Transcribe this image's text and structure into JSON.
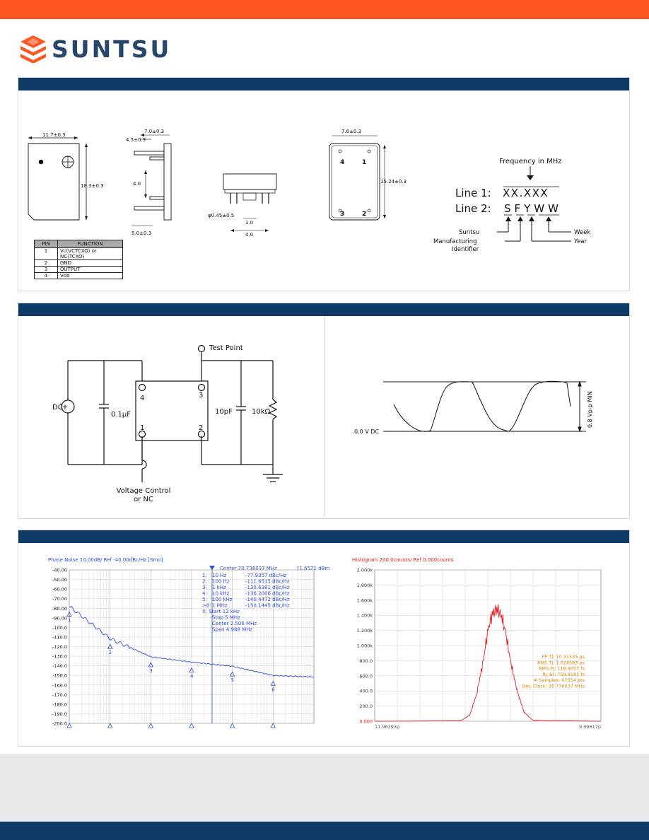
{
  "brand": {
    "name": "SUNTSU"
  },
  "colors": {
    "accent_orange": "#ff5722",
    "navy": "#0d3a66",
    "phase_trace": "#3b5bdb",
    "histogram_trace": "#e02020"
  },
  "dimensions": {
    "top_width": "11.7±0.3",
    "top_height": "18.3±0.3",
    "side_width": "7.0±0.3",
    "side_lead": "4.5±0.3",
    "side_pitch": "4.0",
    "side_bottom": "5.0±0.3",
    "front_lead_dia": "φ0.45±0.5",
    "front_gap": "1.0",
    "front_span": "4.0",
    "bottom_width": "7.6±0.3",
    "bottom_height": "15.24±0.3",
    "bottom_pins": [
      "4",
      "1",
      "3",
      "2"
    ]
  },
  "pin_table": {
    "headers": [
      "PIN",
      "FUNCTION"
    ],
    "rows": [
      {
        "pin": "1",
        "function": "Vc(VCTCXO) or",
        "function2": "NC(TCXO)"
      },
      {
        "pin": "2",
        "function": "GND",
        "function2": ""
      },
      {
        "pin": "3",
        "function": "OUTPUT",
        "function2": ""
      },
      {
        "pin": "4",
        "function": "Vdd",
        "function2": ""
      }
    ]
  },
  "marking": {
    "freq_label": "Frequency in MHz",
    "line1_label": "Line 1:",
    "line1_value": "XX.XXX",
    "line2_label": "Line 2:",
    "line2_value": "SFYWW",
    "suntsu": "Suntsu",
    "mfg1": "Manufacturing",
    "mfg2": "Identifier",
    "year": "Year",
    "week": "Week"
  },
  "circuit": {
    "test_point": "Test Point",
    "dc": "DC",
    "cap1": "0.1µF",
    "cap2": "10pF",
    "res": "10kΩ",
    "vc1": "Voltage Control",
    "vc2": "or NC",
    "pins": [
      "4",
      "3",
      "1",
      "2"
    ]
  },
  "waveform": {
    "zero": "0.0 V DC",
    "amplitude": "0.8 Vp-p MIN"
  },
  "phase_noise": {
    "header": "Phase Noise 10.00dB/ Ref -40.00dBc/Hz [Smo]",
    "center_label": "Center 20.736037 MHz",
    "ref_right": "11.6521 dBm",
    "y_ticks": [
      "-40.00",
      "-50.00",
      "-60.00",
      "-70.00",
      "-80.00",
      "-90.00",
      "-100.0",
      "-110.0",
      "-120.0",
      "-130.0",
      "-140.0",
      "-150.0",
      "-160.0",
      "-170.0",
      "-180.0",
      "-190.0",
      "-200.0"
    ],
    "markers": [
      {
        "id": "1:",
        "offset": "10 Hz",
        "value": "-77.9357 dBc/Hz"
      },
      {
        "id": "2:",
        "offset": "100 Hz",
        "value": "-111.6515 dBc/Hz"
      },
      {
        "id": "3:",
        "offset": "1 kHz",
        "value": "-130.6381 dBc/Hz"
      },
      {
        "id": "4:",
        "offset": "10 kHz",
        "value": "-136.2006 dBc/Hz"
      },
      {
        "id": "5:",
        "offset": "100 kHz",
        "value": "-140.4472 dBc/Hz"
      },
      {
        "id": ">6:",
        "offset": "1 MHz",
        "value": "-150.1445 dBc/Hz"
      }
    ],
    "x_block": [
      "X:  Start 12 kHz",
      "Stop 5 MHz",
      "Center 2.506 MHz",
      "Span 4.988 MHz"
    ]
  },
  "histogram": {
    "header": "Histogram 200.0counts/ Ref 0.000counts",
    "y_ticks": [
      "2.000k",
      "1.800k",
      "1.600k",
      "1.400k",
      "1.200k",
      "1.000k",
      "800.0",
      "600.0",
      "400.0",
      "200.0",
      "0.000"
    ],
    "x_left": "11.96393p",
    "x_right": "9.99617p",
    "stats": [
      "PP TJ:  10.31535 ps",
      "RMS TJ:  1.028583 ps",
      "RMS PJ:  118.6057 fs",
      "RJ dd:  759.8181 fs",
      "# Samples:  67554 pts",
      "Det. Clock:  20.736037 MHz"
    ]
  },
  "chart_data": [
    {
      "type": "line",
      "title": "Phase Noise 10.00dB/ Ref -40.00dBc/Hz [Smo]",
      "xlabel": "",
      "ylabel": "",
      "x_scale": "log",
      "ylim": [
        -200,
        -40
      ],
      "series": [
        {
          "x": [
            10,
            100,
            1000,
            10000,
            100000,
            1000000
          ],
          "values": [
            -77.9357,
            -111.6515,
            -130.6381,
            -136.2006,
            -140.4472,
            -150.1445
          ]
        }
      ]
    },
    {
      "type": "area",
      "title": "Histogram 200.0counts/ Ref 0.000counts",
      "xlabel": "",
      "ylabel": "",
      "ylim": [
        0,
        2000
      ],
      "series": [
        {
          "x": [
            0.0,
            0.38,
            0.42,
            0.45,
            0.48,
            0.5,
            0.52,
            0.54,
            0.56,
            0.58,
            0.6,
            0.63,
            0.66,
            0.7,
            1.0
          ],
          "values": [
            0,
            5,
            80,
            350,
            800,
            1200,
            1420,
            1480,
            1400,
            1150,
            800,
            400,
            120,
            10,
            0
          ]
        }
      ]
    }
  ]
}
